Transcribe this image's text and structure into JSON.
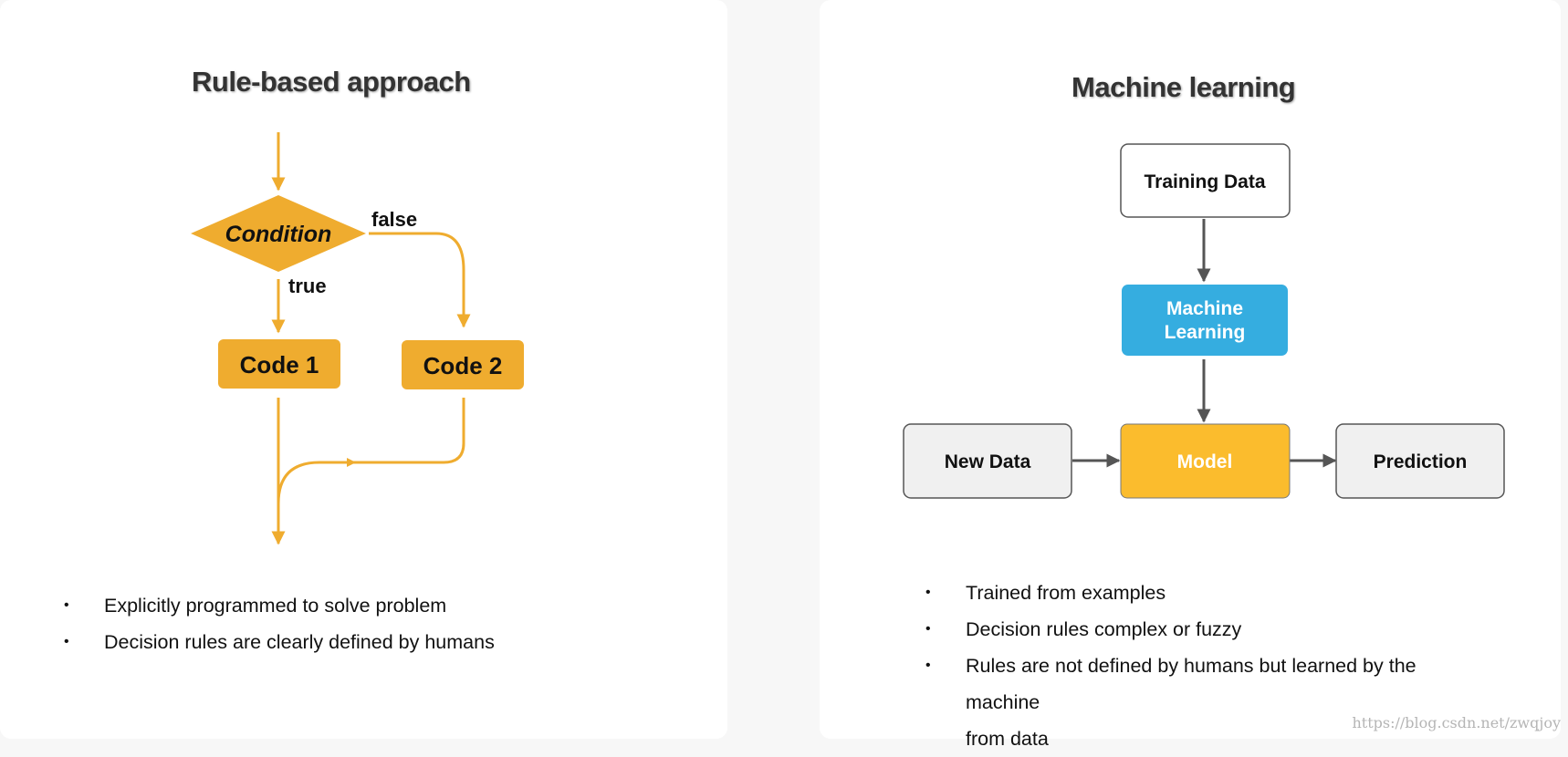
{
  "left": {
    "title": "Rule-based approach",
    "flow": {
      "condition": "Condition",
      "false_label": "false",
      "true_label": "true",
      "code1": "Code 1",
      "code2": "Code 2"
    },
    "bullets": [
      "Explicitly programmed to solve problem",
      "Decision rules are clearly defined by humans"
    ]
  },
  "right": {
    "title": "Machine learning",
    "flow": {
      "training_data": "Training Data",
      "ml_line1": "Machine",
      "ml_line2": "Learning",
      "new_data": "New Data",
      "model": "Model",
      "prediction": "Prediction"
    },
    "bullets": [
      "Trained from examples",
      "Decision rules complex or fuzzy",
      "Rules are not defined by humans but learned by the machine",
      "from data"
    ]
  },
  "bullet_glyph": "•",
  "watermark": "https://blog.csdn.net/zwqjoy",
  "colors": {
    "orange": "#efac2f",
    "ml_blue": "#35ade0",
    "model_yellow": "#fbbc2d",
    "gray_box": "#f0f0f0",
    "arrow_gray": "#555555"
  }
}
